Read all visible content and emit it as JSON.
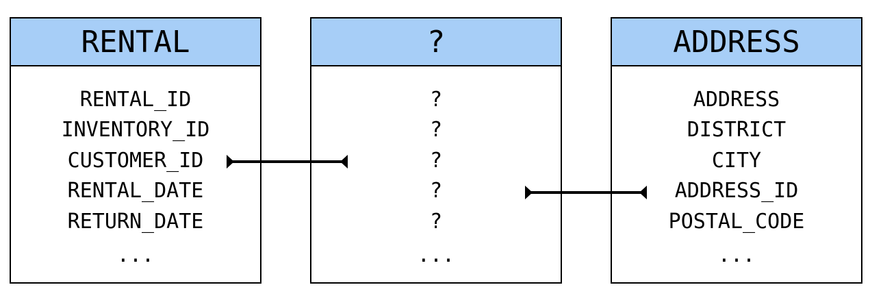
{
  "tables": [
    {
      "title": "RENTAL",
      "fields": [
        "RENTAL_ID",
        "INVENTORY_ID",
        "CUSTOMER_ID",
        "RENTAL_DATE",
        "RETURN_DATE",
        "..."
      ]
    },
    {
      "title": "?",
      "fields": [
        "?",
        "?",
        "?",
        "?",
        "?",
        "..."
      ]
    },
    {
      "title": "ADDRESS",
      "fields": [
        "ADDRESS",
        "DISTRICT",
        "CITY",
        "ADDRESS_ID",
        "POSTAL_CODE",
        "..."
      ]
    }
  ],
  "colors": {
    "header_fill": "#a7cef7",
    "border": "#000000",
    "text": "#000000"
  }
}
